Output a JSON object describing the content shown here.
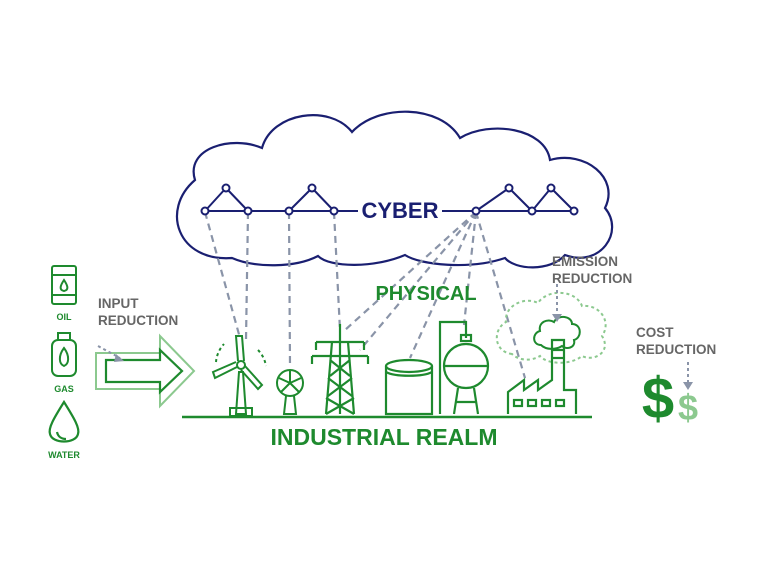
{
  "labels": {
    "cyber": "CYBER",
    "physical": "PHYSICAL",
    "industrial_realm": "INDUSTRIAL REALM",
    "input_reduction": [
      "INPUT",
      "REDUCTION"
    ],
    "emission_reduction": [
      "EMISSION",
      "REDUCTION"
    ],
    "cost_reduction": [
      "COST",
      "REDUCTION"
    ],
    "resources": [
      "OIL",
      "GAS",
      "WATER"
    ],
    "currency_symbol": "$"
  },
  "colors": {
    "navy": "#1a1f71",
    "green": "#1e8a2e",
    "light_green": "#8cc98f",
    "gray": "#666666",
    "dash": "#8a94a8"
  },
  "icons": [
    "oil-barrel-icon",
    "gas-cylinder-icon",
    "water-drop-icon",
    "wind-turbine-icon",
    "fan-icon",
    "power-tower-icon",
    "storage-tank-icon",
    "sphere-tank-icon",
    "factory-icon",
    "emission-cloud-icon",
    "dollar-icon"
  ]
}
